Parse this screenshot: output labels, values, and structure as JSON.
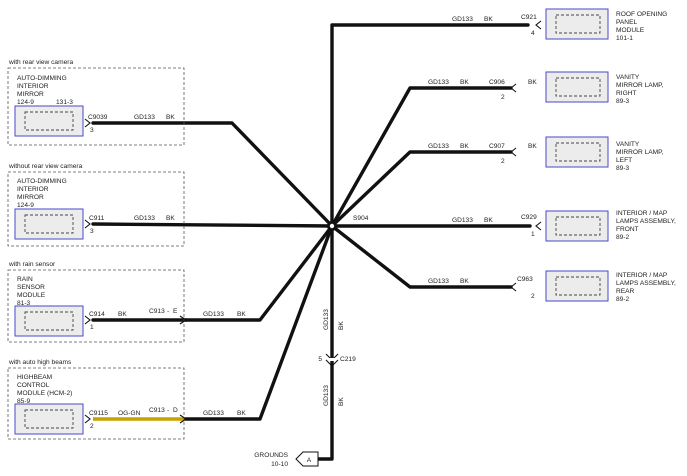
{
  "splice": {
    "id": "S904"
  },
  "ground": {
    "label": "GROUNDS",
    "ref": "10-10",
    "tag": "A"
  },
  "vertical_wire": {
    "upper_circuit": "GD133",
    "upper_color": "BK",
    "connector": "C219",
    "pin": "5",
    "lower_circuit": "GD133",
    "lower_color": "BK"
  },
  "left_groups": [
    {
      "condition": "with rear view camera",
      "component_lines": [
        "AUTO-DIMMING",
        "INTERIOR",
        "MIRROR"
      ],
      "refs": [
        "124-9",
        "131-3"
      ],
      "connector": "C9039",
      "pin": "3",
      "circuit": "GD133",
      "color": "BK"
    },
    {
      "condition": "without rear view camera",
      "component_lines": [
        "AUTO-DIMMING",
        "INTERIOR",
        "MIRROR"
      ],
      "refs": [
        "124-9"
      ],
      "connector": "C911",
      "pin": "3",
      "circuit": "GD133",
      "color": "BK"
    },
    {
      "condition": "with rain sensor",
      "component_lines": [
        "RAIN",
        "SENSOR",
        "MODULE"
      ],
      "refs": [
        "81-3"
      ],
      "connector": "C914",
      "pin": "1",
      "circuit": "",
      "color": "BK",
      "inline_connector": "C913",
      "inline_pin": "E",
      "circuit2": "GD133",
      "color2": "BK"
    },
    {
      "condition": "with auto high beams",
      "component_lines": [
        "HIGHBEAM",
        "CONTROL",
        "MODULE (HCM-2)"
      ],
      "refs": [
        "85-9"
      ],
      "connector": "C9115",
      "pin": "2",
      "circuit": "",
      "color": "OG-GN",
      "inline_connector": "C913",
      "inline_pin": "D",
      "circuit2": "GD133",
      "color2": "BK"
    }
  ],
  "right_components": [
    {
      "lines": [
        "ROOF OPENING",
        "PANEL",
        "MODULE"
      ],
      "ref": "101-1",
      "connector": "C921",
      "pin": "4",
      "circuit": "GD133",
      "color": "BK"
    },
    {
      "lines": [
        "VANITY",
        "MIRROR LAMP,",
        "RIGHT"
      ],
      "ref": "89-3",
      "connector": "C906",
      "pin": "2",
      "circuit": "GD133",
      "color": "BK"
    },
    {
      "lines": [
        "VANITY",
        "MIRROR LAMP,",
        "LEFT"
      ],
      "ref": "89-3",
      "connector": "C907",
      "pin": "2",
      "circuit": "GD133",
      "color": "BK"
    },
    {
      "lines": [
        "INTERIOR / MAP",
        "LAMPS ASSEMBLY,",
        "FRONT"
      ],
      "ref": "89-2",
      "connector": "C929",
      "pin": "1",
      "circuit": "GD133",
      "color": "BK"
    },
    {
      "lines": [
        "INTERIOR / MAP",
        "LAMPS ASSEMBLY,",
        "REAR"
      ],
      "ref": "89-2",
      "connector": "C963",
      "pin": "2",
      "circuit": "GD133",
      "color": "BK"
    }
  ],
  "colors": {
    "wire": "#111111",
    "og_gn_wire": "#c8a000",
    "component_border": "#4a4ac8"
  }
}
